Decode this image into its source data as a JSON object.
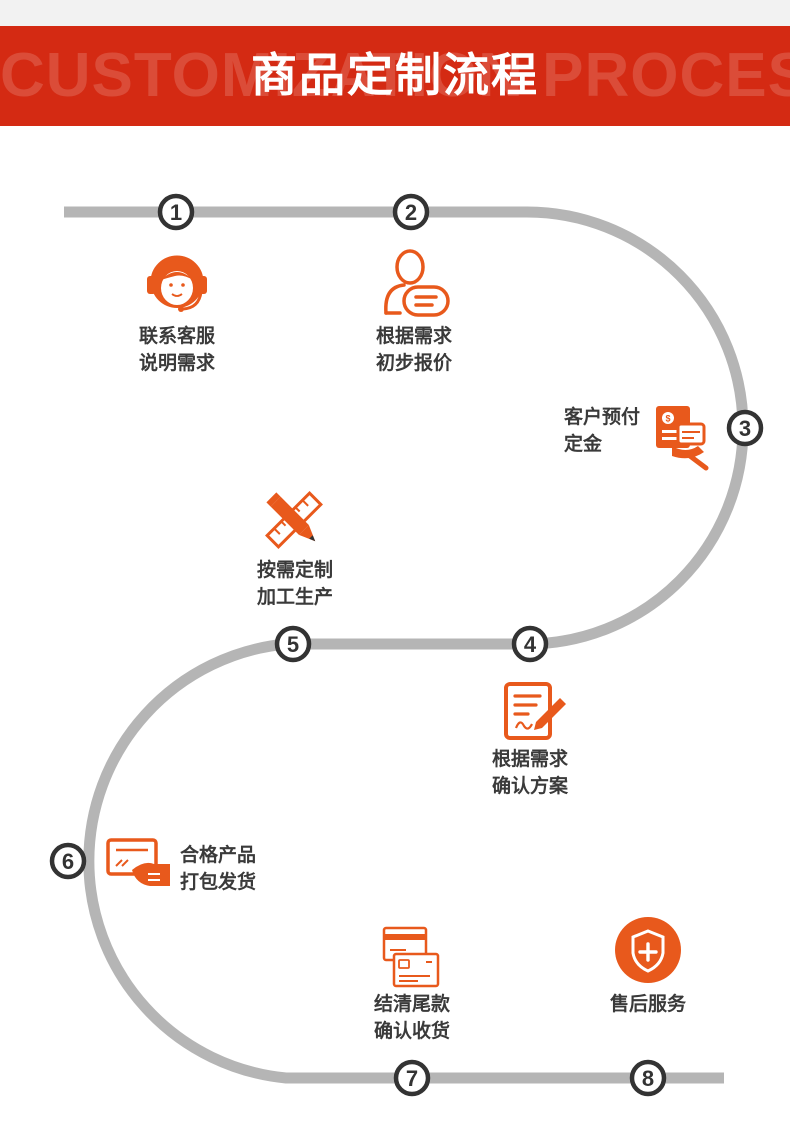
{
  "header": {
    "title": "商品定制流程",
    "watermark": "CUSTOMIZATION PROCESS"
  },
  "colors": {
    "accent": "#d42a13",
    "icon_orange": "#e8591c",
    "track_gray": "#b5b5b5",
    "step_dark": "#333333"
  },
  "steps": [
    {
      "number": "1",
      "icon": "headset-agent-icon",
      "line1": "联系客服",
      "line2": "说明需求"
    },
    {
      "number": "2",
      "icon": "user-chat-icon",
      "line1": "根据需求",
      "line2": "初步报价"
    },
    {
      "number": "3",
      "icon": "payment-hand-icon",
      "line1": "客户预付",
      "line2": "定金"
    },
    {
      "number": "4",
      "icon": "contract-sign-icon",
      "line1": "根据需求",
      "line2": "确认方案"
    },
    {
      "number": "5",
      "icon": "pencil-ruler-icon",
      "line1": "按需定制",
      "line2": "加工生产"
    },
    {
      "number": "6",
      "icon": "card-hand-icon",
      "line1": "合格产品",
      "line2": "打包发货"
    },
    {
      "number": "7",
      "icon": "bank-cards-icon",
      "line1": "结清尾款",
      "line2": "确认收货"
    },
    {
      "number": "8",
      "icon": "shield-plus-icon",
      "line1": "售后服务",
      "line2": ""
    }
  ]
}
